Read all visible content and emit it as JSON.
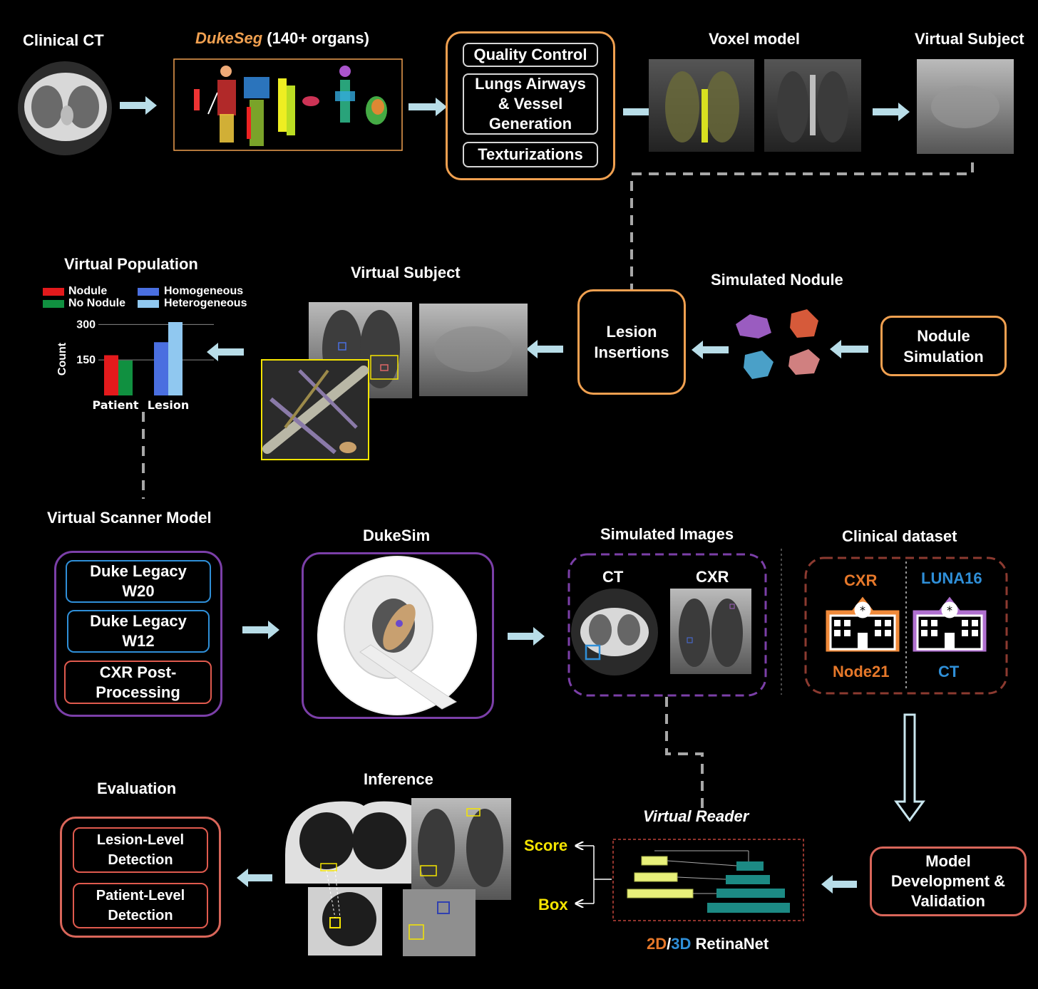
{
  "top": {
    "clinical_ct": "Clinical CT",
    "dukeseg_brand": "DukeSeg",
    "dukeseg_suffix": " (140+ organs)",
    "qc_items": [
      "Quality Control",
      "Lungs Airways\n& Vessel\nGeneration",
      "Texturizations"
    ],
    "voxel_model": "Voxel model",
    "virtual_subject": "Virtual Subject"
  },
  "middle": {
    "virtual_population": "Virtual Population",
    "virtual_subject": "Virtual Subject",
    "simulated_nodule": "Simulated Nodule",
    "lesion_insertions": "Lesion\nInsertions",
    "nodule_simulation": "Nodule\nSimulation"
  },
  "chart_data": {
    "type": "bar",
    "categories": [
      "Patient",
      "Lesion"
    ],
    "ylabel": "Count",
    "yticks": [
      150,
      300
    ],
    "ylim": [
      0,
      310
    ],
    "legend": [
      "Nodule",
      "No Nodule",
      "Homogeneous",
      "Heterogeneous"
    ],
    "series": [
      {
        "name": "Nodule",
        "color": "#e31a1c",
        "values": [
          170,
          null
        ]
      },
      {
        "name": "No Nodule",
        "color": "#109040",
        "values": [
          148,
          null
        ]
      },
      {
        "name": "Homogeneous",
        "color": "#4a6fe0",
        "values": [
          null,
          225
        ]
      },
      {
        "name": "Heterogeneous",
        "color": "#90c8f0",
        "values": [
          null,
          310
        ]
      }
    ]
  },
  "scanner": {
    "title": "Virtual Scanner Model",
    "items": [
      "Duke Legacy\nW20",
      "Duke Legacy\nW12",
      "CXR Post-\nProcessing"
    ],
    "dukesim": "DukeSim",
    "simulated_images": "Simulated Images",
    "ct": "CT",
    "cxr": "CXR"
  },
  "clinical": {
    "title": "Clinical dataset",
    "left_top": "CXR",
    "left_bottom": "Node21",
    "right_top": "LUNA16",
    "right_bottom": "CT"
  },
  "bottom": {
    "evaluation": "Evaluation",
    "eval_items": [
      "Lesion-Level\nDetection",
      "Patient-Level\nDetection"
    ],
    "inference": "Inference",
    "virtual_reader": "Virtual Reader",
    "score": "Score",
    "box": "Box",
    "retina_2d": "2D",
    "retina_sep": "/",
    "retina_3d": "3D",
    "retina_name": " RetinaNet",
    "model_dev": "Model\nDevelopment &\nValidation"
  },
  "colors": {
    "orange": "#f0a050",
    "arrow": "#b8dde8",
    "purple": "#7b3fa8",
    "luna_blue": "#2f8fd8",
    "node_orange": "#e6782a",
    "yellow": "#f5e500"
  }
}
